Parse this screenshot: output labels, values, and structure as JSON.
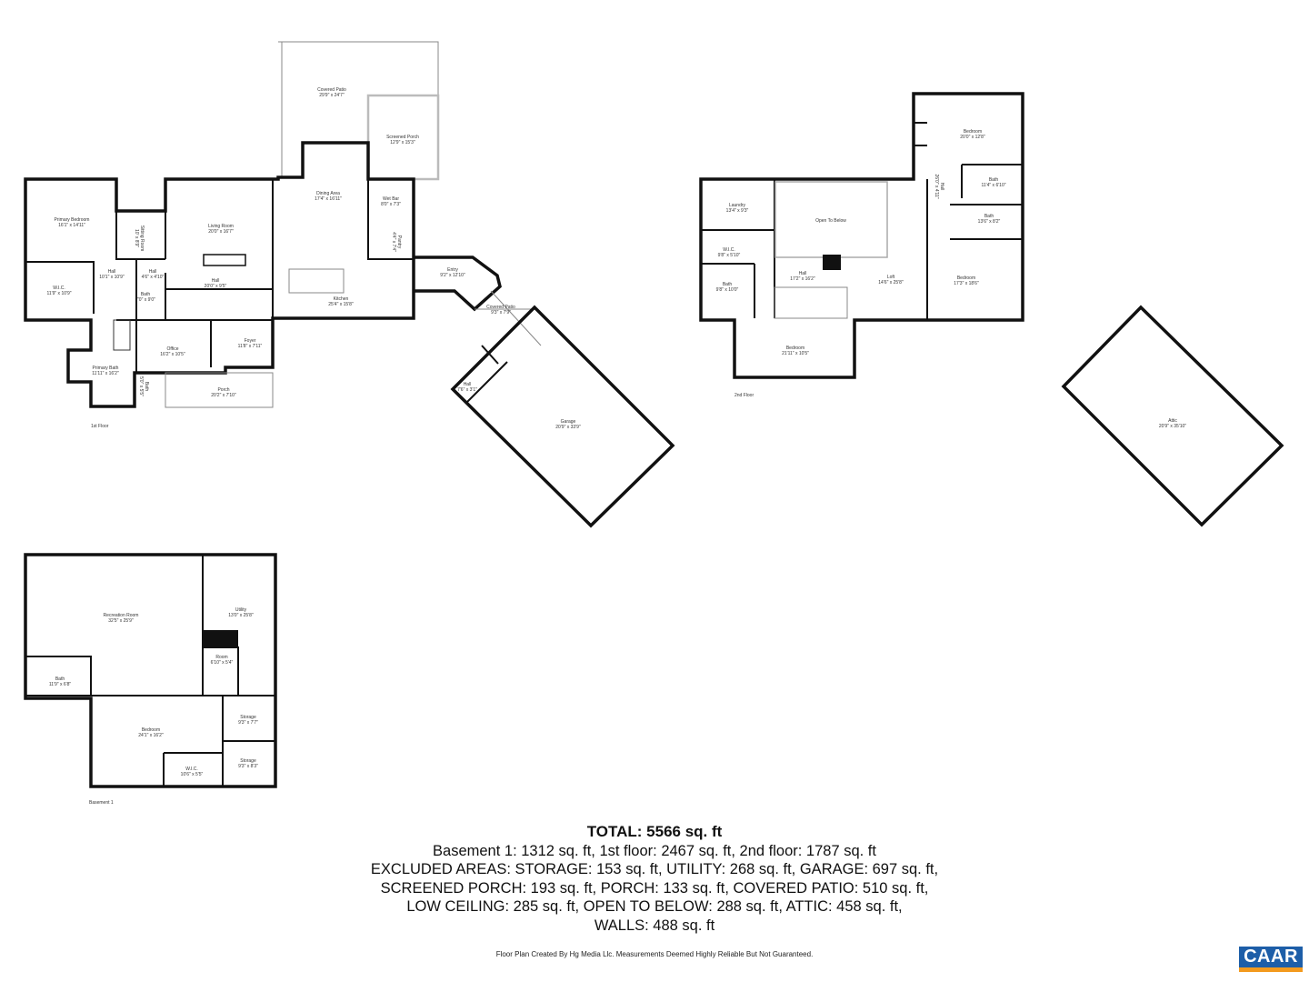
{
  "first_floor": {
    "label": "1st Floor",
    "rooms": [
      {
        "name": "Covered Patio",
        "dims": "29'9\" x 24'7\""
      },
      {
        "name": "Screened Porch",
        "dims": "12'9\" x 15'3\""
      },
      {
        "name": "Primary Bedroom",
        "dims": "16'1\" x 14'11\""
      },
      {
        "name": "Sitting Room",
        "dims": "10' x 8'9\""
      },
      {
        "name": "Living Room",
        "dims": "20'0\" x 16'7\""
      },
      {
        "name": "Dining Area",
        "dims": "17'4\" x 16'11\""
      },
      {
        "name": "Wet Bar",
        "dims": "8'0\" x 7'3\""
      },
      {
        "name": "Pantry",
        "dims": "4'4\" x 7'4\""
      },
      {
        "name": "Entry",
        "dims": "9'2\" x 12'10\""
      },
      {
        "name": "Hall",
        "dims": "10'1\" x 10'9\""
      },
      {
        "name": "Hall",
        "dims": "4'6\" x 4'10\""
      },
      {
        "name": "Hall",
        "dims": "20'0\" x 9'5\""
      },
      {
        "name": "W.I.C.",
        "dims": "11'9\" x 10'9\""
      },
      {
        "name": "Bath",
        "dims": "7'0\" x 9'0\""
      },
      {
        "name": "Kitchen",
        "dims": "25'4\" x 15'8\""
      },
      {
        "name": "Covered Patio",
        "dims": "9'3\" x 7'9\""
      },
      {
        "name": "Foyer",
        "dims": "11'8\" x 7'11\""
      },
      {
        "name": "Office",
        "dims": "16'2\" x 10'5\""
      },
      {
        "name": "Primary Bath",
        "dims": "11'11\" x 16'2\""
      },
      {
        "name": "Bath",
        "dims": "5'0\" x 5'5\""
      },
      {
        "name": "Porch",
        "dims": "20'2\" x 7'10\""
      },
      {
        "name": "Hall",
        "dims": "7'6\" x 3'1\""
      },
      {
        "name": "Garage",
        "dims": "20'9\" x 33'9\""
      }
    ]
  },
  "second_floor": {
    "label": "2nd Floor",
    "rooms": [
      {
        "name": "Bedroom",
        "dims": "20'0\" x 12'8\""
      },
      {
        "name": "Laundry",
        "dims": "13'4\" x 9'3\""
      },
      {
        "name": "Open To Below",
        "dims": ""
      },
      {
        "name": "Bath",
        "dims": "11'4\" x 6'10\""
      },
      {
        "name": "Hall",
        "dims": "26'0\" x 4'11\""
      },
      {
        "name": "Bath",
        "dims": "13'6\" x 8'2\""
      },
      {
        "name": "W.I.C.",
        "dims": "9'8\" x 5'10\""
      },
      {
        "name": "Hall",
        "dims": "17'2\" x 16'2\""
      },
      {
        "name": "Loft",
        "dims": "14'6\" x 25'8\""
      },
      {
        "name": "Bedroom",
        "dims": "17'3\" x 18'6\""
      },
      {
        "name": "Bath",
        "dims": "9'8\" x 10'0\""
      },
      {
        "name": "Bedroom",
        "dims": "21'11\" x 10'5\""
      },
      {
        "name": "Attic",
        "dims": "20'9\" x 35'10\""
      }
    ]
  },
  "basement": {
    "label": "Basement 1",
    "rooms": [
      {
        "name": "Recreation Room",
        "dims": "32'5\" x 25'9\""
      },
      {
        "name": "Utility",
        "dims": "13'0\" x 25'8\""
      },
      {
        "name": "Room",
        "dims": "6'10\" x 5'4\""
      },
      {
        "name": "Bath",
        "dims": "11'9\" x 6'8\""
      },
      {
        "name": "Storage",
        "dims": "9'3\" x 7'7\""
      },
      {
        "name": "Bedroom",
        "dims": "24'1\" x 16'2\""
      },
      {
        "name": "Storage",
        "dims": "9'3\" x 8'3\""
      },
      {
        "name": "W.I.C.",
        "dims": "10'6\" x 5'5\""
      }
    ]
  },
  "summary": {
    "total": "TOTAL: 5566 sq. ft",
    "lines": [
      "Basement 1: 1312 sq. ft, 1st floor: 2467 sq. ft, 2nd floor: 1787 sq. ft",
      "EXCLUDED AREAS: STORAGE: 153 sq. ft, UTILITY: 268 sq. ft, GARAGE: 697 sq. ft,",
      "SCREENED PORCH: 193 sq. ft, PORCH: 133 sq. ft, COVERED PATIO: 510 sq. ft,",
      "LOW CEILING: 285 sq. ft, OPEN TO BELOW: 288 sq. ft, ATTIC: 458 sq. ft,",
      "WALLS: 488 sq. ft"
    ]
  },
  "credit": "Floor Plan Created By Hg Media Llc. Measurements Deemed Highly Reliable But Not Guaranteed.",
  "logo": {
    "text": "CAAR",
    "bg_color": "#1d5ea8",
    "strip_color": "#f39a1e"
  }
}
